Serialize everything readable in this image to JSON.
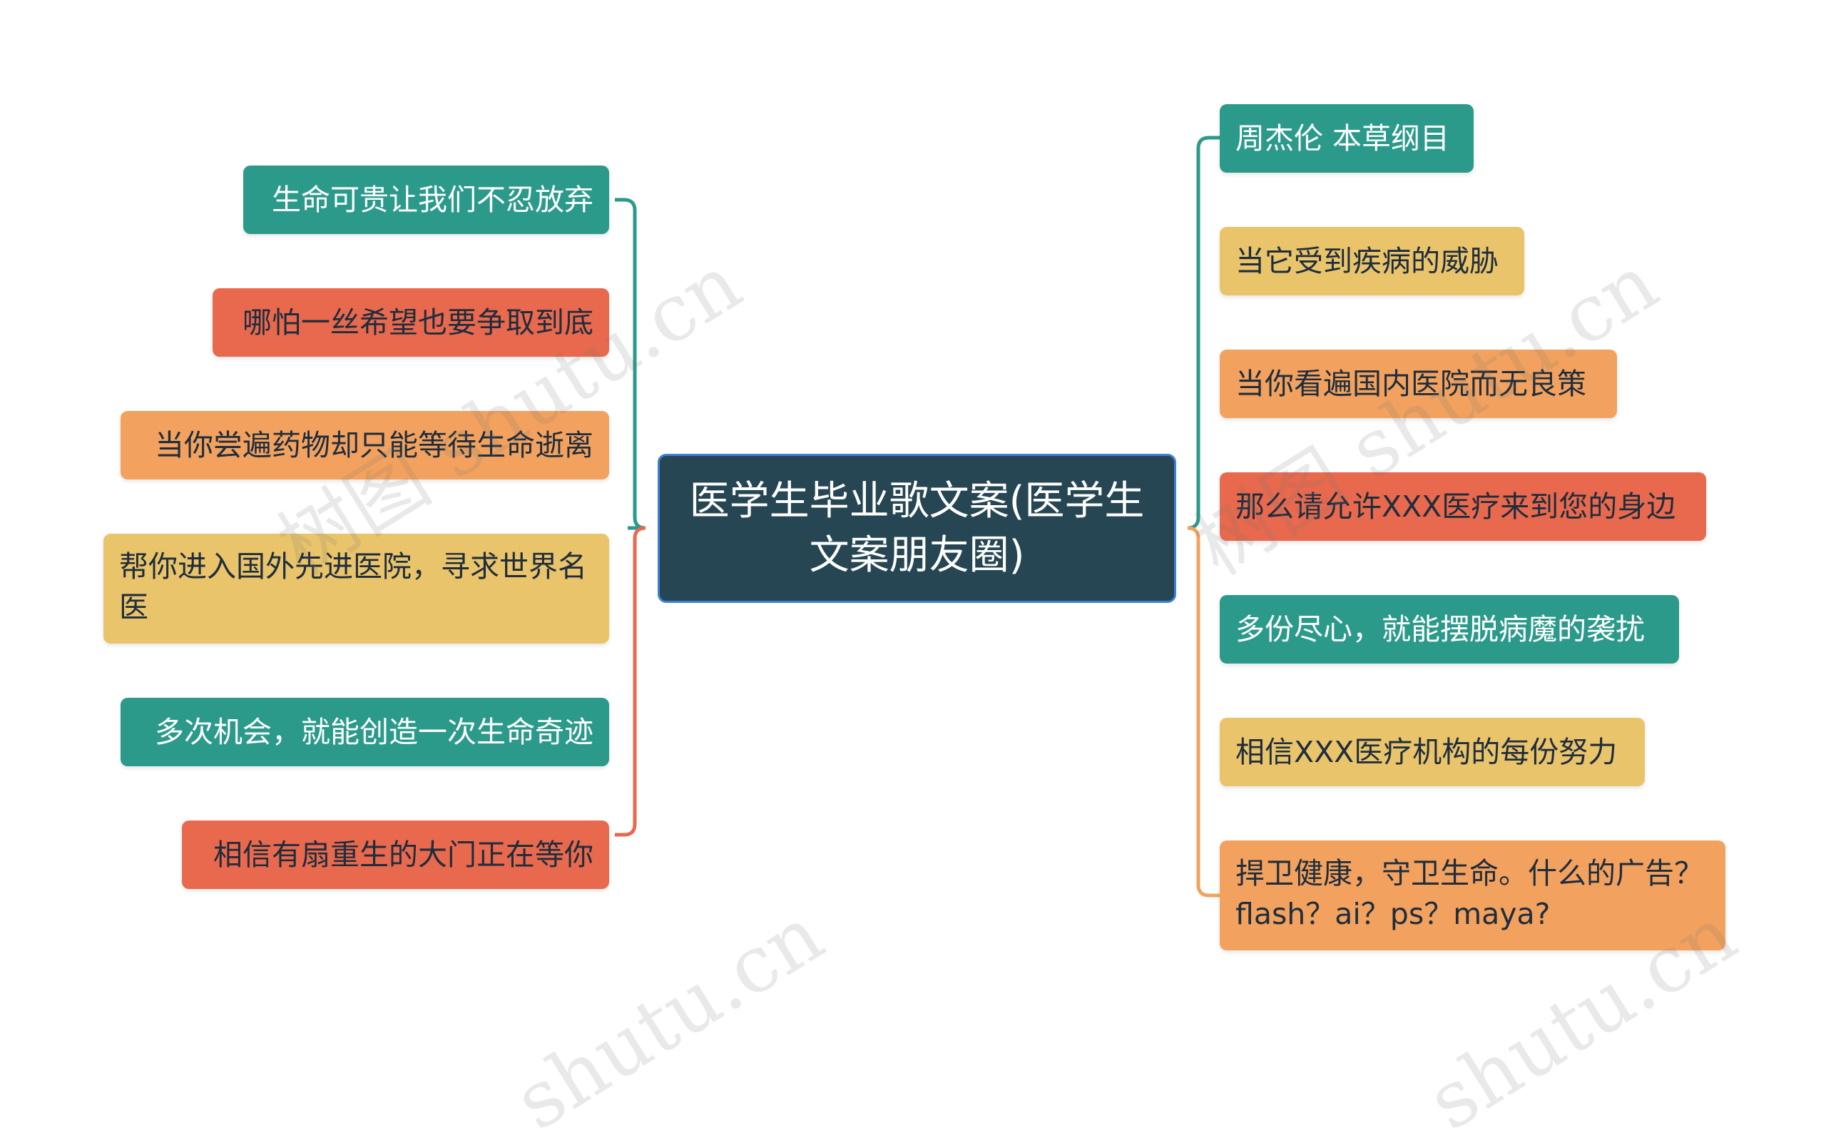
{
  "center": {
    "title": "医学生毕业歌文案(医学生文案朋友圈)"
  },
  "left_nodes": [
    {
      "text": "生命可贵让我们不忍放弃",
      "color": "#2b9a8a"
    },
    {
      "text": "哪怕一丝希望也要争取到底",
      "color": "#e8694d"
    },
    {
      "text": "当你尝遍药物却只能等待生命逝离",
      "color": "#f2a25e"
    },
    {
      "text": "帮你进入国外先进医院，寻求世界名医",
      "color": "#e9c46a"
    },
    {
      "text": "多次机会，就能创造一次生命奇迹",
      "color": "#2b9a8a"
    },
    {
      "text": "相信有扇重生的大门正在等你",
      "color": "#e8694d"
    }
  ],
  "right_nodes": [
    {
      "text": "周杰伦 本草纲目",
      "color": "#2b9a8a"
    },
    {
      "text": "当它受到疾病的威胁",
      "color": "#e9c46a"
    },
    {
      "text": "当你看遍国内医院而无良策",
      "color": "#f2a25e"
    },
    {
      "text": "那么请允许XXX医疗来到您的身边",
      "color": "#e8694d"
    },
    {
      "text": "多份尽心，就能摆脱病魔的袭扰",
      "color": "#2b9a8a"
    },
    {
      "text": "相信XXX医疗机构的每份努力",
      "color": "#e9c46a"
    },
    {
      "text": "捍卫健康，守卫生命。什么的广告？flash？ai？ps？maya?",
      "color": "#f2a25e"
    }
  ],
  "connector_colors": {
    "left_upper": "#2b9a8a",
    "left_lower": "#e8694d",
    "right_upper": "#2b9a8a",
    "right_lower": "#f2a25e"
  },
  "watermark": {
    "text_a": "树图 shutu.cn",
    "text_b": "shutu.cn"
  }
}
